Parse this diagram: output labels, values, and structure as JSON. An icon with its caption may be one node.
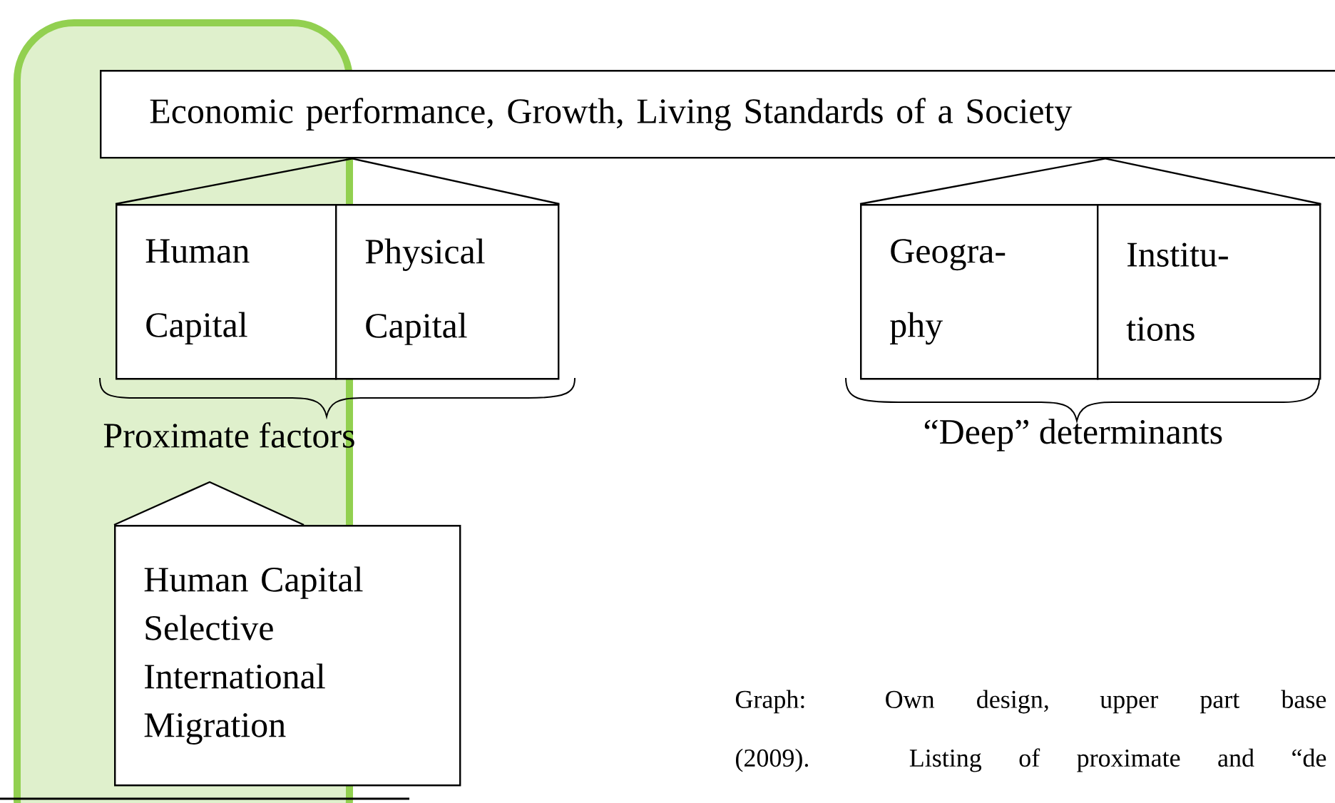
{
  "diagram": {
    "nodes": [
      {
        "text": [
          "Economic performance, Growth, Living Standards of a Society"
        ]
      },
      {
        "text": [
          "Human Capital"
        ]
      },
      {
        "text": [
          "Physical Capital"
        ]
      },
      {
        "text": [
          "Geogra- phy"
        ]
      },
      {
        "text": [
          "Institu- tions"
        ]
      },
      {
        "text": [
          "Human Capital Selective International Migration"
        ]
      }
    ],
    "edges": [
      {
        "from": 0,
        "to": 1,
        "arrow": "none"
      },
      {
        "from": 0,
        "to": 2,
        "arrow": "none"
      },
      {
        "from": 0,
        "to": 3,
        "arrow": "none"
      },
      {
        "from": 0,
        "to": 4,
        "arrow": "none"
      }
    ],
    "labels": [
      "Proximate factors",
      "“Deep” determinants",
      "Graph: Own design, upper part base",
      "(2009). Listing of proximate and “de"
    ]
  }
}
